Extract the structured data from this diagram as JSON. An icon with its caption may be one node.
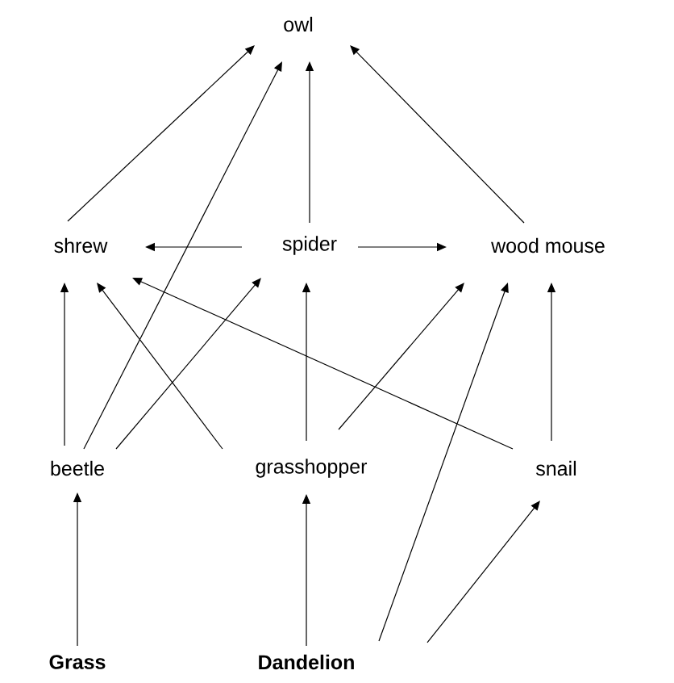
{
  "diagram": {
    "nodes": [
      {
        "text": [
          "owl"
        ]
      },
      {
        "text": [
          "shrew"
        ]
      },
      {
        "text": [
          "spider"
        ]
      },
      {
        "text": [
          "wood mouse"
        ]
      },
      {
        "text": [
          "beetle"
        ]
      },
      {
        "text": [
          "grasshopper"
        ]
      },
      {
        "text": [
          "snail"
        ]
      },
      {
        "text": [
          "Grass"
        ]
      },
      {
        "text": [
          "Dandelion"
        ]
      }
    ],
    "edges": [
      {
        "from": 1,
        "to": 0,
        "arrow": "to"
      },
      {
        "from": 4,
        "to": 0,
        "arrow": "to"
      },
      {
        "from": 2,
        "to": 0,
        "arrow": "to"
      },
      {
        "from": 3,
        "to": 0,
        "arrow": "to"
      },
      {
        "from": 2,
        "to": 1,
        "arrow": "to"
      },
      {
        "from": 2,
        "to": 3,
        "arrow": "to"
      },
      {
        "from": 4,
        "to": 1,
        "arrow": "to"
      },
      {
        "from": 4,
        "to": 2,
        "arrow": "to"
      },
      {
        "from": 5,
        "to": 1,
        "arrow": "to"
      },
      {
        "from": 6,
        "to": 1,
        "arrow": "to"
      },
      {
        "from": 5,
        "to": 2,
        "arrow": "to"
      },
      {
        "from": 5,
        "to": 3,
        "arrow": "to"
      },
      {
        "from": 6,
        "to": 3,
        "arrow": "to"
      },
      {
        "from": 8,
        "to": 3,
        "arrow": "to"
      },
      {
        "from": 7,
        "to": 4,
        "arrow": "to"
      },
      {
        "from": 8,
        "to": 5,
        "arrow": "to"
      },
      {
        "from": 8,
        "to": 6,
        "arrow": "to"
      }
    ]
  }
}
